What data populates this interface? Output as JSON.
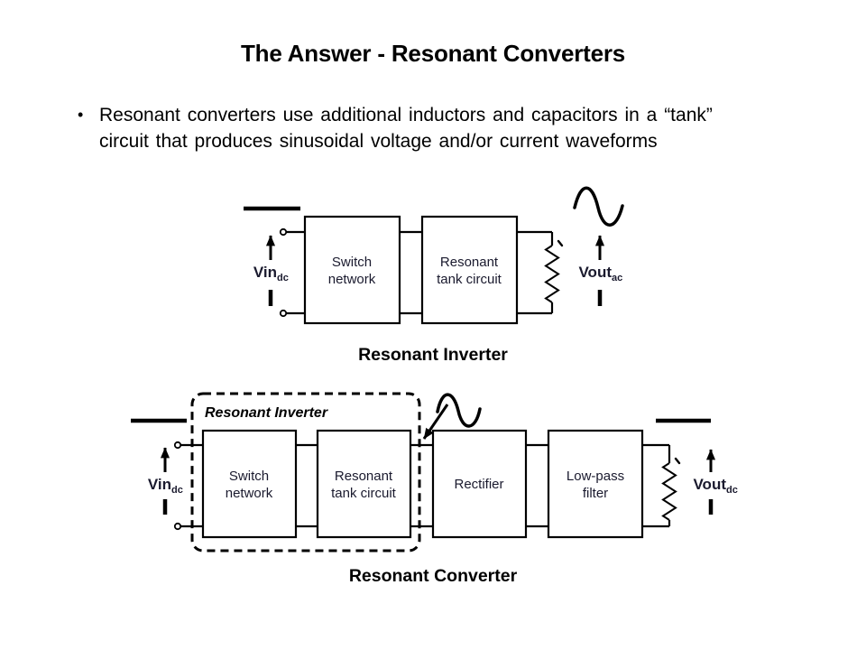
{
  "slide": {
    "title": "The Answer - Resonant Converters",
    "bullet": {
      "marker": "•",
      "lines": [
        "Resonant converters use additional inductors and capacitors in a “tank”",
        "circuit that produces sinusoidal voltage and/or current waveforms"
      ]
    }
  },
  "inverter": {
    "caption": "Resonant Inverter",
    "vin": {
      "name": "Vin",
      "sub": "dc"
    },
    "vout": {
      "name": "Vout",
      "sub": "ac"
    },
    "switch_box": {
      "line1": "Switch",
      "line2": "network"
    },
    "tank_box": {
      "line1": "Resonant",
      "line2": "tank circuit"
    }
  },
  "converter": {
    "caption": "Resonant Converter",
    "inner_label": "Resonant Inverter",
    "vin": {
      "name": "Vin",
      "sub": "dc"
    },
    "vout": {
      "name": "Vout",
      "sub": "dc"
    },
    "switch_box": {
      "line1": "Switch",
      "line2": "network"
    },
    "tank_box": {
      "line1": "Resonant",
      "line2": "tank circuit"
    },
    "rectifier_box": {
      "label": "Rectifier"
    },
    "lowpass_box": {
      "line1": "Low-pass",
      "line2": "filter"
    }
  },
  "icons": {
    "dc_level": "horizontal-bar",
    "ac_waveform": "sine-wave",
    "load": "resistor-zigzag",
    "terminal": "open-circle",
    "polarity": "up-arrow"
  },
  "colors": {
    "background": "#ffffff",
    "ink": "#000000",
    "diagram_text": "#1a1a2e"
  }
}
